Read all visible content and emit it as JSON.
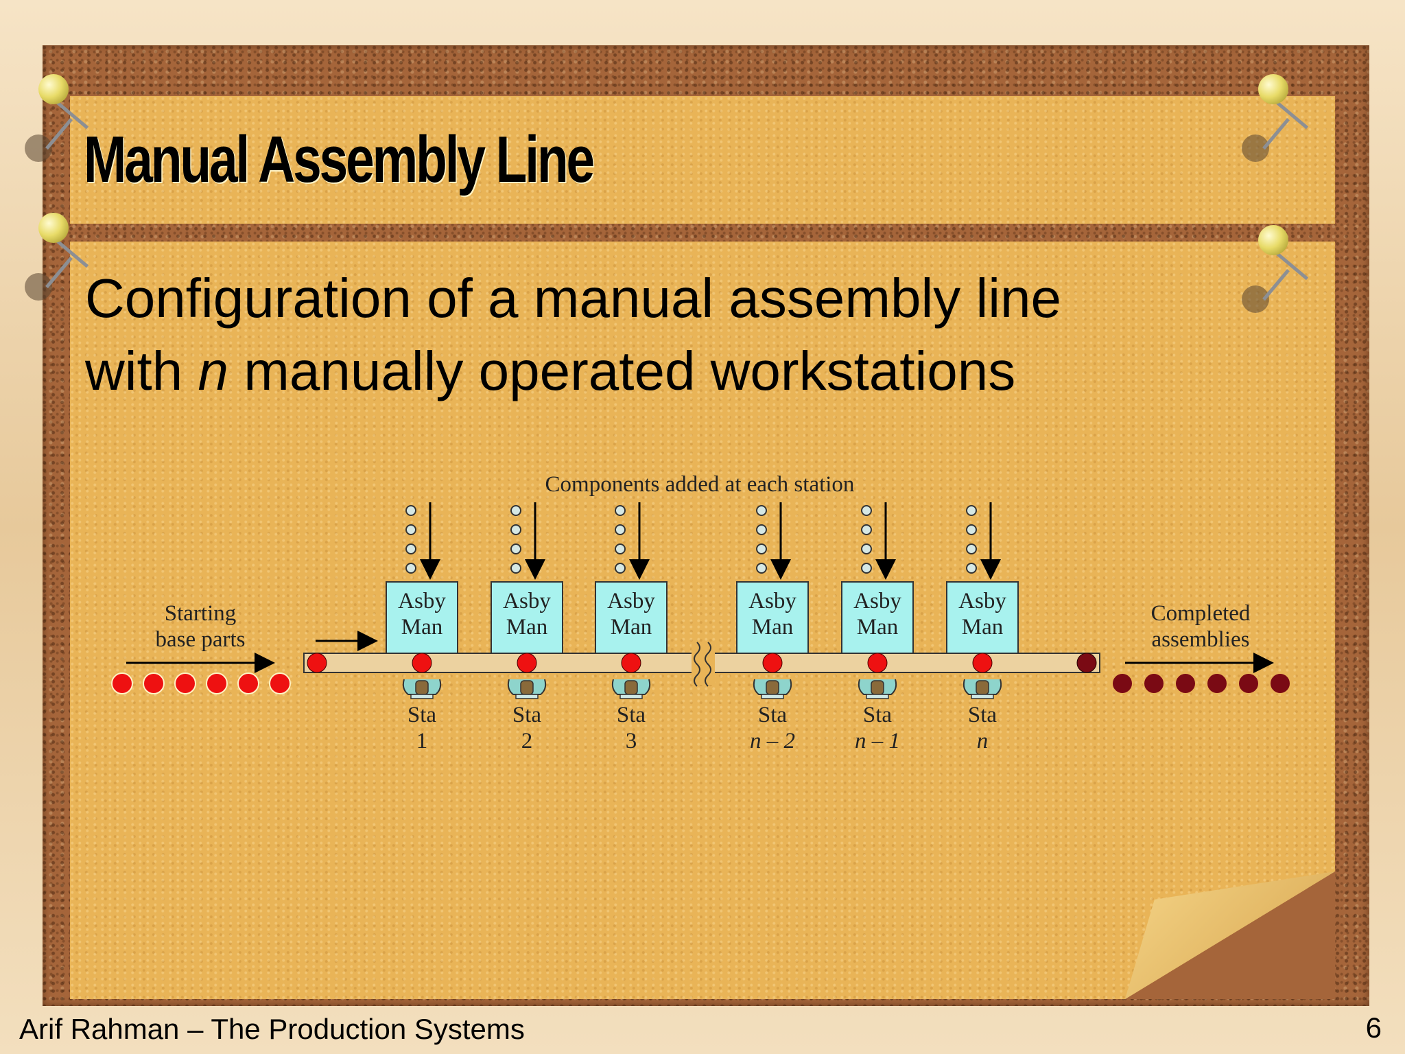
{
  "slide": {
    "title": "Manual Assembly Line",
    "body_line1": "Configuration of a manual assembly line",
    "body_line2_pre": "with ",
    "body_line2_var": "n",
    "body_line2_post": " manually operated workstations",
    "footer": "Arif Rahman – The Production Systems",
    "page_number": "6"
  },
  "diagram": {
    "components_label": "Components added at each station",
    "starting_label": [
      "Starting",
      "base parts"
    ],
    "completed_label": [
      "Completed",
      "assemblies"
    ],
    "stations": [
      {
        "box_line1": "Asby",
        "box_line2": "Man",
        "sta": "Sta",
        "num": "1"
      },
      {
        "box_line1": "Asby",
        "box_line2": "Man",
        "sta": "Sta",
        "num": "2"
      },
      {
        "box_line1": "Asby",
        "box_line2": "Man",
        "sta": "Sta",
        "num": "3"
      },
      {
        "box_line1": "Asby",
        "box_line2": "Man",
        "sta": "Sta",
        "num": "n – 2"
      },
      {
        "box_line1": "Asby",
        "box_line2": "Man",
        "sta": "Sta",
        "num": "n – 1"
      },
      {
        "box_line1": "Asby",
        "box_line2": "Man",
        "sta": "Sta",
        "num": "n"
      }
    ],
    "colors": {
      "box_fill": "#a8f2ee",
      "conveyor": "#ecd2a0",
      "base_part": "#ee1111",
      "completed_part": "#7a0a14"
    }
  }
}
